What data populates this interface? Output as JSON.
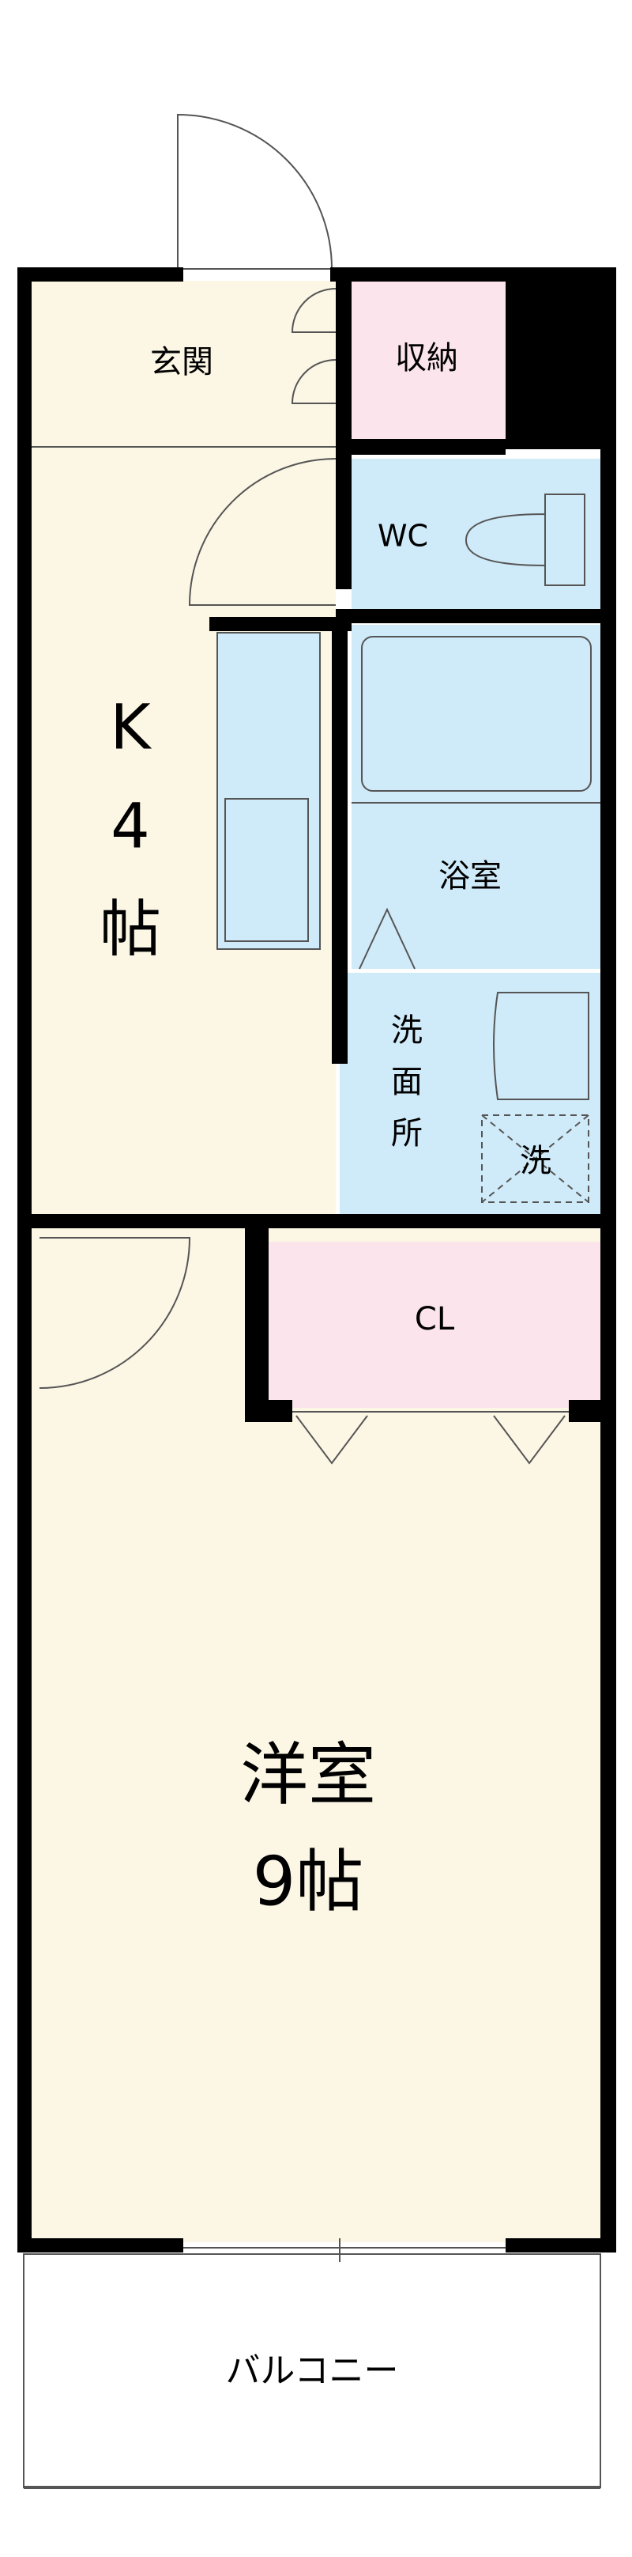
{
  "rooms": {
    "entrance": "玄関",
    "storage": "収納",
    "wc": "WC",
    "kitchen": {
      "line1": "K",
      "line2": "4",
      "line3": "帖"
    },
    "bath": "浴室",
    "washroom": {
      "line1": "洗",
      "line2": "面",
      "line3": "所"
    },
    "washer": "洗",
    "closet": "CL",
    "western_room": {
      "line1": "洋室",
      "line2": "9帖"
    },
    "balcony": "バルコニー"
  },
  "colors": {
    "wall": "#000000",
    "living_floor": "#fcf6e4",
    "wet_area": "#cfeaf8",
    "storage": "#fbe4ec",
    "balcony": "#ffffff",
    "fixture_line": "#555555"
  }
}
